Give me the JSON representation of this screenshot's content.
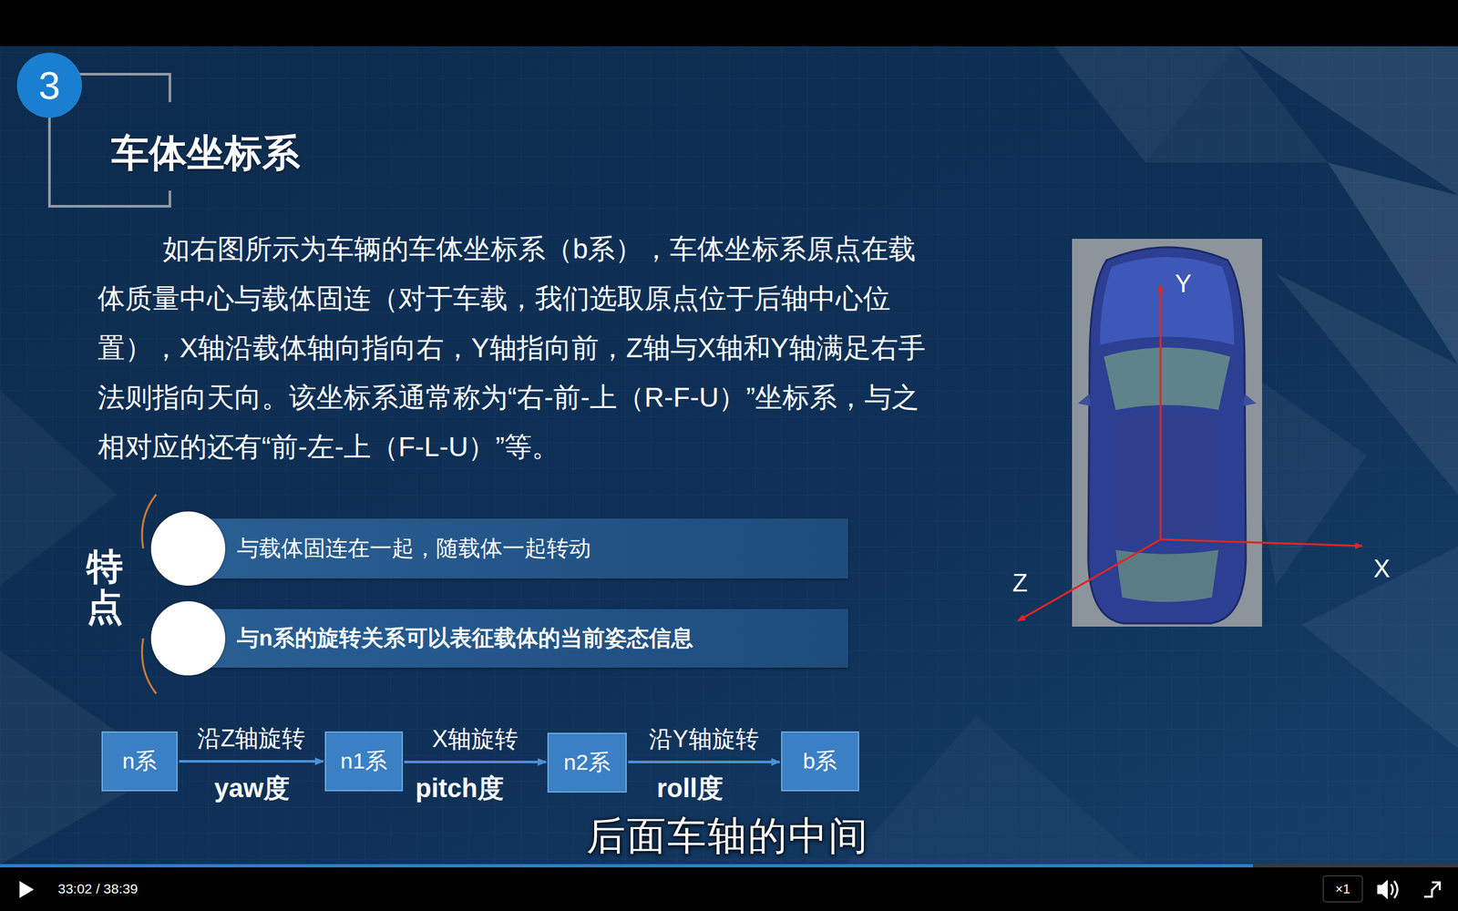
{
  "diagram": {
    "title": "车体坐标系",
    "nodes": [
      {
        "text": [
          "3"
        ]
      },
      {
        "text": [
          "与载体固连在一起，随载体一起转动"
        ]
      },
      {
        "text": [
          "与n系的旋转关系可以表征载体的当前姿态信息"
        ]
      },
      {
        "text": [
          "n系"
        ]
      },
      {
        "text": [
          "n1系"
        ]
      },
      {
        "text": [
          "n2系"
        ]
      },
      {
        "text": [
          "b系"
        ]
      }
    ],
    "edges": [
      {
        "from": 3,
        "to": 4,
        "arrow": "to",
        "label": "沿Z轴旋转"
      },
      {
        "from": 4,
        "to": 5,
        "arrow": "to",
        "label": "X轴旋转"
      },
      {
        "from": 5,
        "to": 6,
        "arrow": "to",
        "label": "沿Y轴旋转"
      }
    ],
    "labels": [
      "如右图所示为车辆的车体坐标系（b系），车体坐标系原点在载体质量中心与载体固连（对于车载，我们选取原点位于后轴中心位置），X轴沿载体轴向指向右，Y轴指向前，Z轴与X轴和Y轴满足右手法则指向天向。该坐标系通常称为“右-前-上（R-F-U）”坐标系，与之相对应的还有“前-左-上（F-L-U）”等。",
      "特点",
      "yaw度",
      "pitch度",
      "roll度",
      "Y",
      "X",
      "Z",
      "后面车轴的中间",
      "33:02 / 38:39",
      "×1"
    ]
  }
}
